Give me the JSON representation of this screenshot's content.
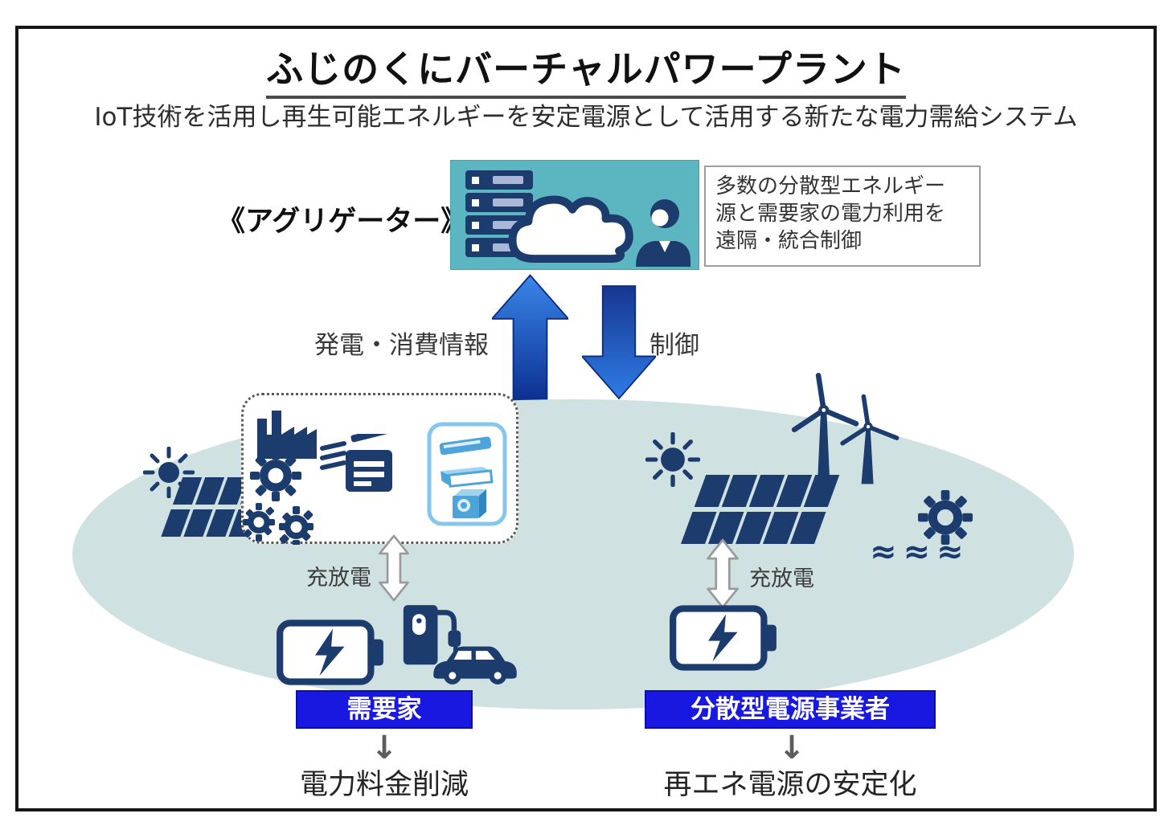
{
  "colors": {
    "icon_navy": "#1c3c6e",
    "aggregator_teal": "#5cb6c2",
    "flow_arrow_blue_light": "#3b86ea",
    "flow_arrow_blue_dark": "#0b2f90",
    "entity_label_blue": "#1818e0",
    "community_ellipse": "#cfe2e1",
    "appliance_light_blue": "#4ea3d8"
  },
  "header": {
    "title": "ふじのくにバーチャルパワープラント",
    "subtitle": "IoT技術を活用し再生可能エネルギーを安定電源として活用する新たな電力需給システム"
  },
  "aggregator": {
    "label": "《アグリゲーター》",
    "description_lines": [
      "多数の分散型エネルギー",
      "源と需要家の電力利用を",
      "遠隔・統合制御"
    ]
  },
  "flows": {
    "generation_info_label": "発電・消費情報",
    "control_label": "制御"
  },
  "icons": {
    "waves_glyph": "≈≈≈",
    "down_arrow_glyph": "↓"
  },
  "consumer": {
    "charge_discharge_label": "充放電",
    "name": "需要家",
    "benefit": "電力料金削減"
  },
  "producer": {
    "charge_discharge_label": "充放電",
    "name": "分散型電源事業者",
    "benefit": "再エネ電源の安定化"
  }
}
